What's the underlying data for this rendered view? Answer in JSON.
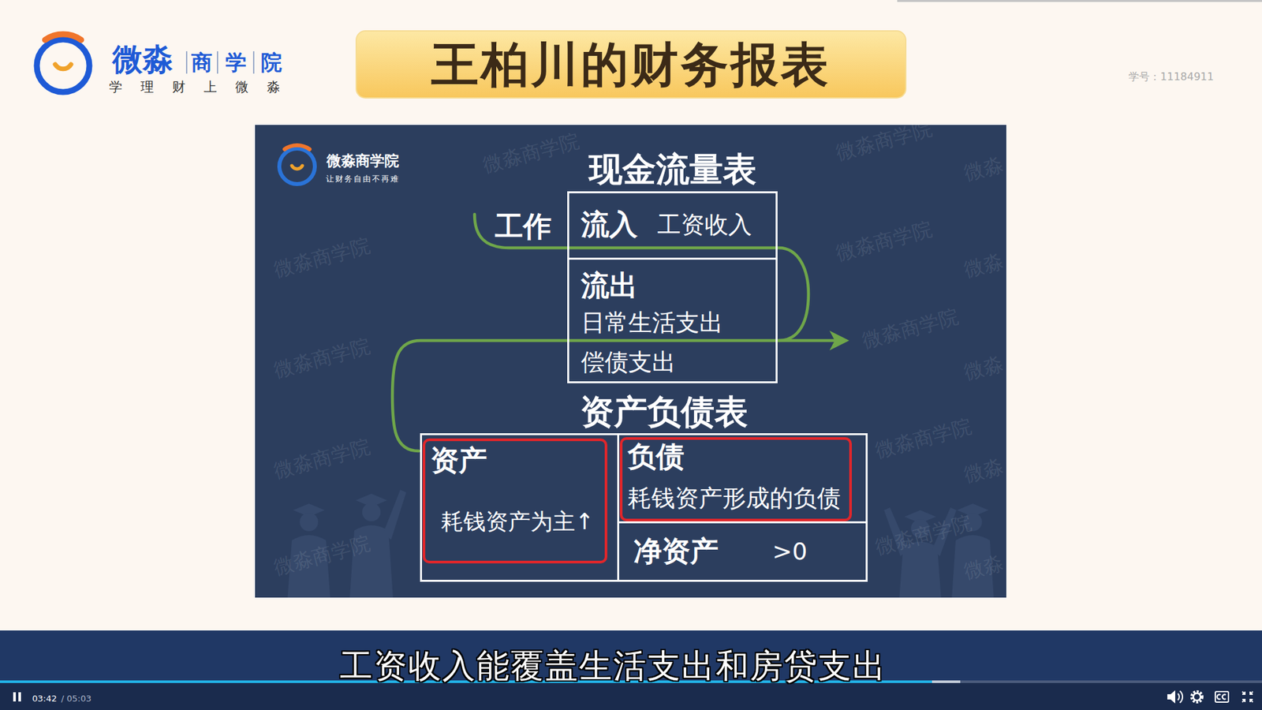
{
  "diagram": {
    "title": "王柏川的财务报表",
    "nodes": [
      {
        "text": [
          "现金流量表"
        ]
      },
      {
        "text": [
          "流入",
          "工资收入"
        ],
        "in": 0
      },
      {
        "text": [
          "流出",
          "日常生活支出",
          "偿债支出"
        ],
        "in": 0
      },
      {
        "text": [
          "资产负债表"
        ]
      },
      {
        "text": [
          "资产",
          "耗钱资产为主↑"
        ],
        "in": 3
      },
      {
        "text": [
          "负债",
          "耗钱资产形成的负债"
        ],
        "in": 3
      },
      {
        "text": [
          "净资产",
          ">0"
        ],
        "in": 3
      }
    ],
    "labels": [
      "微淼",
      "商",
      "学",
      "院",
      "学理财上微淼",
      "学号：11184911",
      "微淼商学院",
      "让财务自由不再难",
      "工作",
      "微淼商学院",
      "微淼商学院",
      "微淼",
      "微淼商学院",
      "微淼商学院",
      "微淼",
      "微淼商学院",
      "微淼商学院",
      "微淼",
      "微淼商学院",
      "微淼商学院",
      "微淼",
      "微淼商学院",
      "微淼商学院",
      "微淼",
      "工资收入能覆盖生活支出和房贷支出",
      "03:42",
      "/ 05:03"
    ]
  }
}
